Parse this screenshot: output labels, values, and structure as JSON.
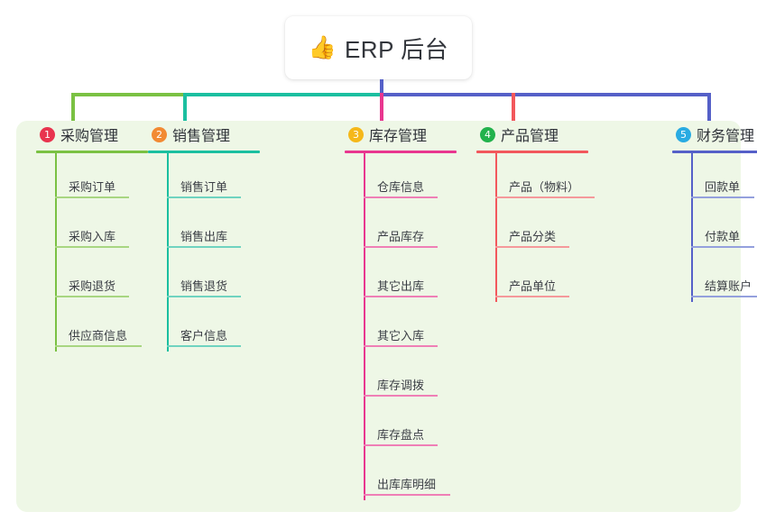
{
  "root": {
    "emoji": "👍",
    "emoji_name": "thumbs-up-icon",
    "title": "ERP 后台"
  },
  "theme": {
    "panel_bg": "#eef7e6",
    "page_bg": "#ffffff",
    "title_color": "#2e3138",
    "leaf_color": "#3b3e45",
    "trunk_color": "#5560c8"
  },
  "columns": [
    {
      "number": "1",
      "title": "采购管理",
      "badge_color": "#e8344e",
      "line_color": "#7ac143",
      "leaf_rule_color": "#a8d681",
      "items": [
        {
          "label": "采购订单",
          "rule_width": 82
        },
        {
          "label": "采购入库",
          "rule_width": 82
        },
        {
          "label": "采购退货",
          "rule_width": 82
        },
        {
          "label": "供应商信息",
          "rule_width": 96
        }
      ]
    },
    {
      "number": "2",
      "title": "销售管理",
      "badge_color": "#f28a33",
      "line_color": "#1bbfa0",
      "leaf_rule_color": "#6fd3c0",
      "items": [
        {
          "label": "销售订单",
          "rule_width": 82
        },
        {
          "label": "销售出库",
          "rule_width": 82
        },
        {
          "label": "销售退货",
          "rule_width": 82
        },
        {
          "label": "客户信息",
          "rule_width": 82
        }
      ]
    },
    {
      "number": "3",
      "title": "库存管理",
      "badge_color": "#f5b81a",
      "line_color": "#e8368f",
      "leaf_rule_color": "#ef7fb6",
      "items": [
        {
          "label": "仓库信息",
          "rule_width": 82
        },
        {
          "label": "产品库存",
          "rule_width": 82
        },
        {
          "label": "其它出库",
          "rule_width": 82
        },
        {
          "label": "其它入库",
          "rule_width": 82
        },
        {
          "label": "库存调拨",
          "rule_width": 82
        },
        {
          "label": "库存盘点",
          "rule_width": 82
        },
        {
          "label": "出库库明细",
          "rule_width": 96
        }
      ]
    },
    {
      "number": "4",
      "title": "产品管理",
      "badge_color": "#22b24c",
      "line_color": "#f2585c",
      "leaf_rule_color": "#f5999b",
      "items": [
        {
          "label": "产品（物料）",
          "rule_width": 110
        },
        {
          "label": "产品分类",
          "rule_width": 82
        },
        {
          "label": "产品单位",
          "rule_width": 82
        }
      ]
    },
    {
      "number": "5",
      "title": "财务管理",
      "badge_color": "#29abe2",
      "line_color": "#5560c8",
      "leaf_rule_color": "#94a0dd",
      "items": [
        {
          "label": "回款单",
          "rule_width": 70
        },
        {
          "label": "付款单",
          "rule_width": 70
        },
        {
          "label": "结算账户",
          "rule_width": 82
        }
      ]
    }
  ]
}
